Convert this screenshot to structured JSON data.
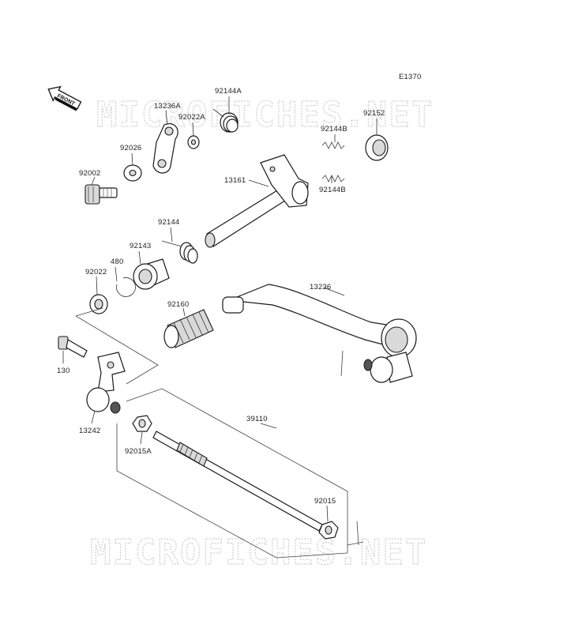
{
  "diagram": {
    "code": "E1370",
    "front_label": "FRONT",
    "watermarks": [
      "MICROFICHES.NET",
      "MICROFICHES.NET"
    ],
    "parts": [
      {
        "id": "p13236A",
        "label": "13236A"
      },
      {
        "id": "p92144A",
        "label": "92144A"
      },
      {
        "id": "p92022A",
        "label": "92022A"
      },
      {
        "id": "p92026",
        "label": "92026"
      },
      {
        "id": "p92002",
        "label": "92002"
      },
      {
        "id": "p92144B_1",
        "label": "92144B"
      },
      {
        "id": "p92152",
        "label": "92152"
      },
      {
        "id": "p92144B_2",
        "label": "92144B"
      },
      {
        "id": "p13161",
        "label": "13161"
      },
      {
        "id": "p92144",
        "label": "92144"
      },
      {
        "id": "p92143",
        "label": "92143"
      },
      {
        "id": "p480",
        "label": "480"
      },
      {
        "id": "p92022",
        "label": "92022"
      },
      {
        "id": "p13236",
        "label": "13236"
      },
      {
        "id": "p92160",
        "label": "92160"
      },
      {
        "id": "p130",
        "label": "130"
      },
      {
        "id": "p13242",
        "label": "13242"
      },
      {
        "id": "p39110",
        "label": "39110"
      },
      {
        "id": "p92015A",
        "label": "92015A"
      },
      {
        "id": "p92015",
        "label": "92015"
      }
    ]
  }
}
